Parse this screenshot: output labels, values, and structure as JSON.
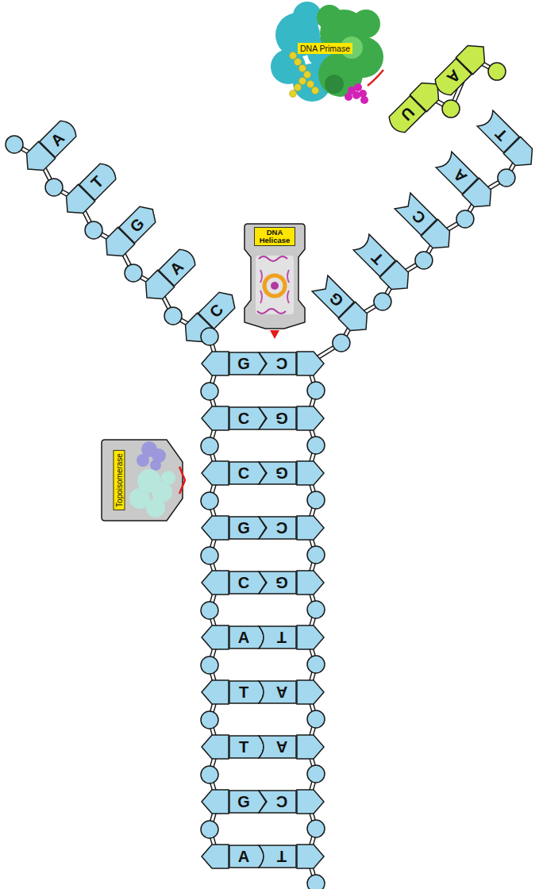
{
  "diagram": {
    "nodes": [
      {
        "text": [
          "DNA Primase"
        ]
      },
      {
        "text": [
          "A"
        ]
      },
      {
        "text": [
          "U"
        ]
      },
      {
        "text": [
          "A"
        ]
      },
      {
        "text": [
          "T"
        ]
      },
      {
        "text": [
          "G"
        ]
      },
      {
        "text": [
          "A"
        ]
      },
      {
        "text": [
          "C"
        ]
      },
      {
        "text": [
          "T"
        ]
      },
      {
        "text": [
          "A"
        ]
      },
      {
        "text": [
          "C"
        ]
      },
      {
        "text": [
          "T"
        ]
      },
      {
        "text": [
          "G"
        ]
      },
      {
        "text": [
          "DNA Helicase"
        ]
      },
      {
        "text": [
          "Topoisomerase"
        ]
      },
      {
        "text": [
          "G"
        ]
      },
      {
        "text": [
          "C"
        ]
      },
      {
        "text": [
          "C"
        ]
      },
      {
        "text": [
          "G"
        ]
      },
      {
        "text": [
          "C"
        ]
      },
      {
        "text": [
          "G"
        ]
      },
      {
        "text": [
          "G"
        ]
      },
      {
        "text": [
          "C"
        ]
      },
      {
        "text": [
          "C"
        ]
      },
      {
        "text": [
          "G"
        ]
      },
      {
        "text": [
          "A"
        ]
      },
      {
        "text": [
          "T"
        ]
      },
      {
        "text": [
          "T"
        ]
      },
      {
        "text": [
          "A"
        ]
      },
      {
        "text": [
          "T"
        ]
      },
      {
        "text": [
          "A"
        ]
      },
      {
        "text": [
          "G"
        ]
      },
      {
        "text": [
          "C"
        ]
      },
      {
        "text": [
          "A"
        ]
      },
      {
        "text": [
          "T"
        ]
      }
    ]
  }
}
